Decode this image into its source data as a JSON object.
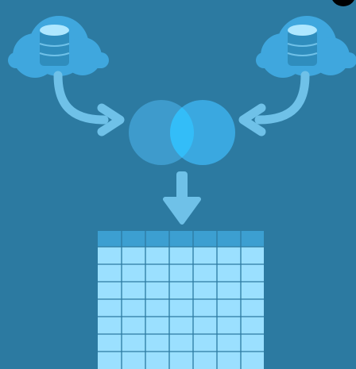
{
  "diagram": {
    "sources": [
      {
        "icon": "cloud-database-icon"
      },
      {
        "icon": "cloud-database-icon"
      }
    ],
    "merge": {
      "icon": "venn-overlap-icon"
    },
    "output": {
      "icon": "table-grid-icon",
      "header_rows": 1,
      "body_rows": 7,
      "columns": 7
    },
    "colors": {
      "background": "#2c7aa1",
      "cloud": "#3fa7de",
      "database": "#2f8dbd",
      "arrow": "#6fc1e8",
      "venn_left": "#3e9bcc",
      "venn_right": "#3aa8e0",
      "venn_overlap": "#33bdf8",
      "table_header": "#3c9fd1",
      "table_body": "#9be0ff",
      "table_lines": "#2c7aa1"
    }
  }
}
